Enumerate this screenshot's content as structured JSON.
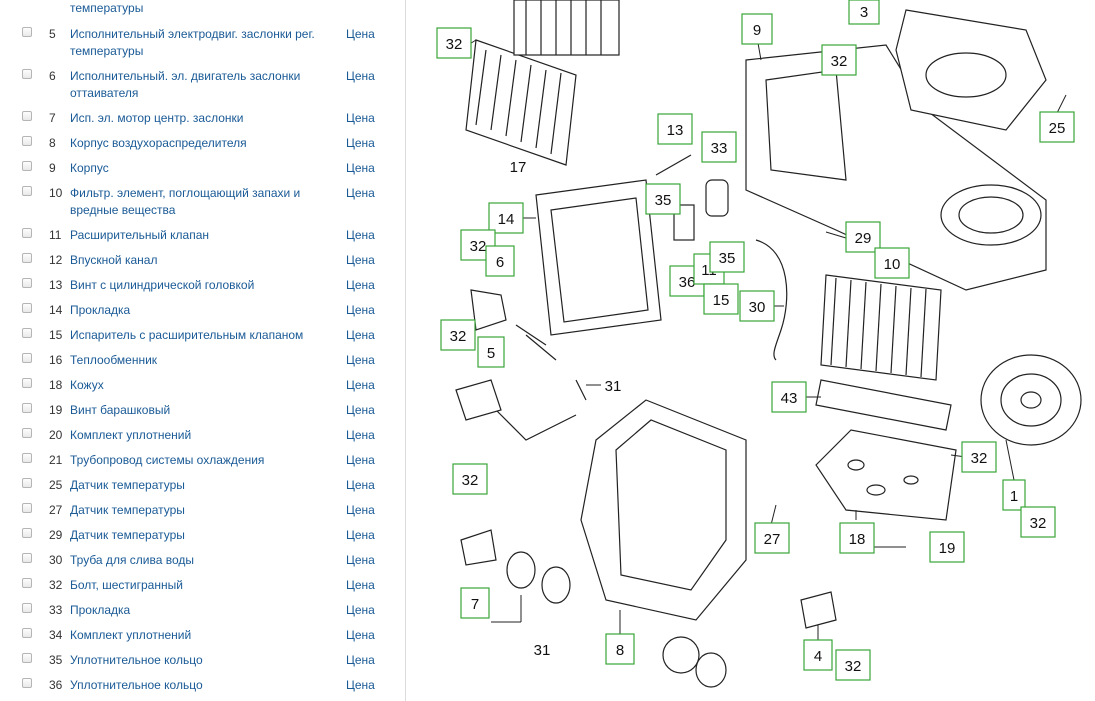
{
  "parts_list": {
    "price_label": "Цена",
    "partial_top": "температуры",
    "items": [
      {
        "num": "5",
        "name": "Исполнительный электродвиг. заслонки рег. температуры"
      },
      {
        "num": "6",
        "name": "Исполнительный. эл. двигатель заслонки оттаивателя"
      },
      {
        "num": "7",
        "name": "Исп. эл. мотор центр. заслонки"
      },
      {
        "num": "8",
        "name": "Корпус воздухораспределителя"
      },
      {
        "num": "9",
        "name": "Корпус"
      },
      {
        "num": "10",
        "name": "Фильтр. элемент, поглощающий запахи и вредные вещества"
      },
      {
        "num": "11",
        "name": "Расширительный клапан"
      },
      {
        "num": "12",
        "name": "Впускной канал"
      },
      {
        "num": "13",
        "name": "Винт с цилиндрической головкой"
      },
      {
        "num": "14",
        "name": "Прокладка"
      },
      {
        "num": "15",
        "name": "Испаритель с расширительным клапаном"
      },
      {
        "num": "16",
        "name": "Теплообменник"
      },
      {
        "num": "18",
        "name": "Кожух"
      },
      {
        "num": "19",
        "name": "Винт барашковый"
      },
      {
        "num": "20",
        "name": "Комплект уплотнений"
      },
      {
        "num": "21",
        "name": "Трубопровод системы охлаждения"
      },
      {
        "num": "25",
        "name": "Датчик температуры"
      },
      {
        "num": "27",
        "name": "Датчик температуры"
      },
      {
        "num": "29",
        "name": "Датчик температуры"
      },
      {
        "num": "30",
        "name": "Труба для слива воды"
      },
      {
        "num": "32",
        "name": "Болт, шестигранный"
      },
      {
        "num": "33",
        "name": "Прокладка"
      },
      {
        "num": "34",
        "name": "Комплект уплотнений"
      },
      {
        "num": "35",
        "name": "Уплотнительное кольцо"
      },
      {
        "num": "36",
        "name": "Уплотнительное кольцо"
      }
    ]
  },
  "diagram": {
    "boxed_labels": [
      "32",
      "9",
      "3",
      "32",
      "25",
      "13",
      "33",
      "35",
      "14",
      "32",
      "6",
      "29",
      "10",
      "36",
      "11",
      "35",
      "15",
      "30",
      "32",
      "5",
      "43",
      "32",
      "32",
      "27",
      "18",
      "19",
      "1",
      "32",
      "7",
      "8",
      "4",
      "32"
    ],
    "plain_labels": [
      "17",
      "31",
      "31"
    ]
  }
}
